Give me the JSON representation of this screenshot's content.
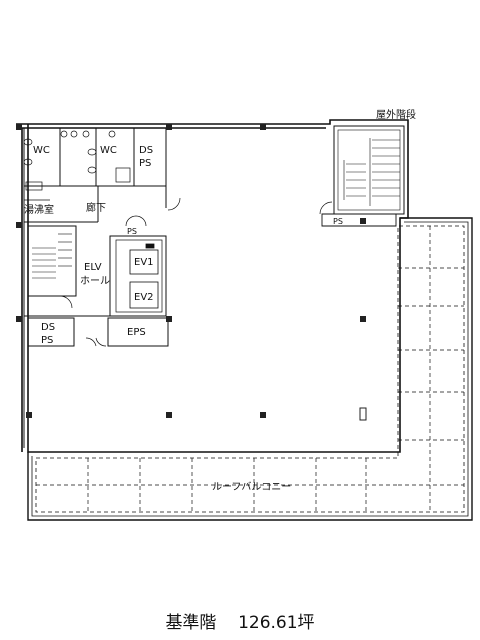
{
  "plan": {
    "rooms": {
      "wc_1": "WC",
      "wc_2": "WC",
      "ds_ps_upper": [
        "DS",
        "PS"
      ],
      "kitchenette": "湯沸室",
      "corridor": "廊下",
      "elv_hall": [
        "ELV",
        "ホール"
      ],
      "ev1": "EV1",
      "ev2": "EV2",
      "ds_ps_lower": [
        "DS",
        "PS"
      ],
      "eps": "EPS",
      "ps_small_1": "PS",
      "ps_small_2": "PS",
      "outdoor_stairs": "屋外階段",
      "roof_balcony": "ルーフバルコニー"
    }
  },
  "caption": {
    "floor": "基準階",
    "area": "126.61坪"
  }
}
